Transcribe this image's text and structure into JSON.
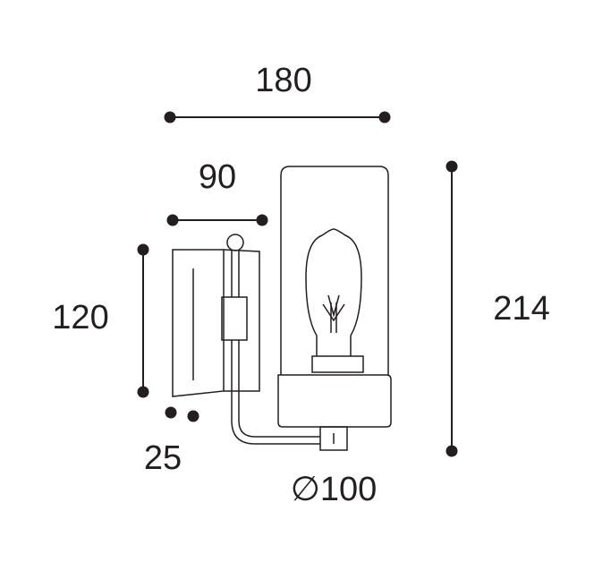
{
  "dimensions": {
    "overall_width": "180",
    "backplate_projection": "90",
    "backplate_height": "120",
    "backplate_depth": "25",
    "overall_height": "214",
    "shade_diameter": "∅100"
  },
  "colors": {
    "ink": "#231f20",
    "background": "#ffffff"
  }
}
